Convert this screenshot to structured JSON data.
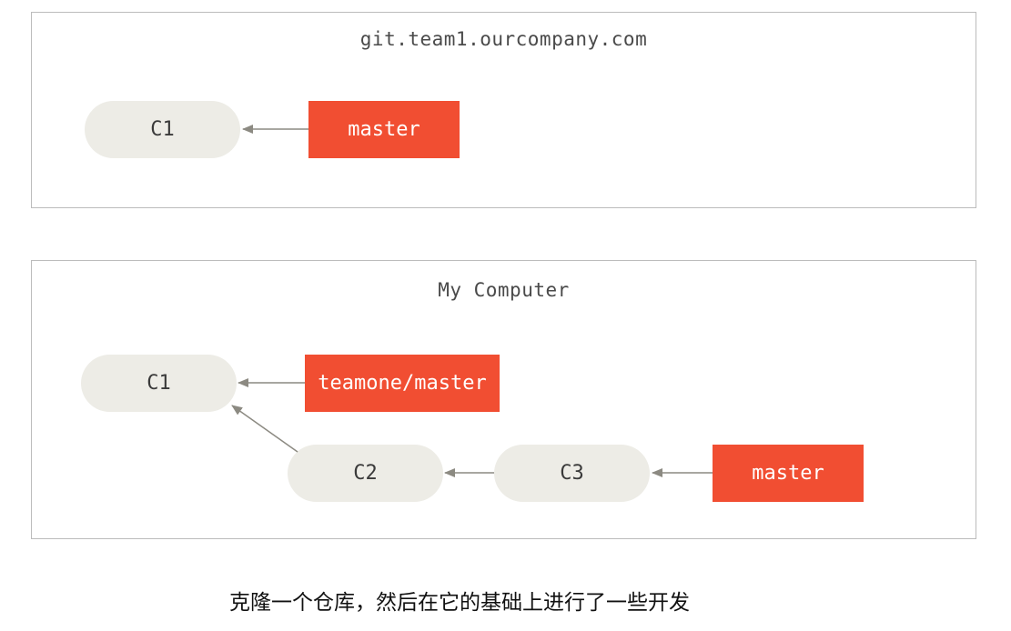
{
  "remote": {
    "title": "git.team1.ourcompany.com",
    "commits": [
      "C1"
    ],
    "branches": [
      "master"
    ]
  },
  "local": {
    "title": "My Computer",
    "commits": [
      "C1",
      "C2",
      "C3"
    ],
    "branches": [
      "teamone/master",
      "master"
    ]
  },
  "caption": "克隆一个仓库，然后在它的基础上进行了一些开发",
  "colors": {
    "branch": "#f14e32",
    "commit": "#edece6",
    "arrow": "#8c8a82",
    "panel_border": "#bcbcbc"
  }
}
